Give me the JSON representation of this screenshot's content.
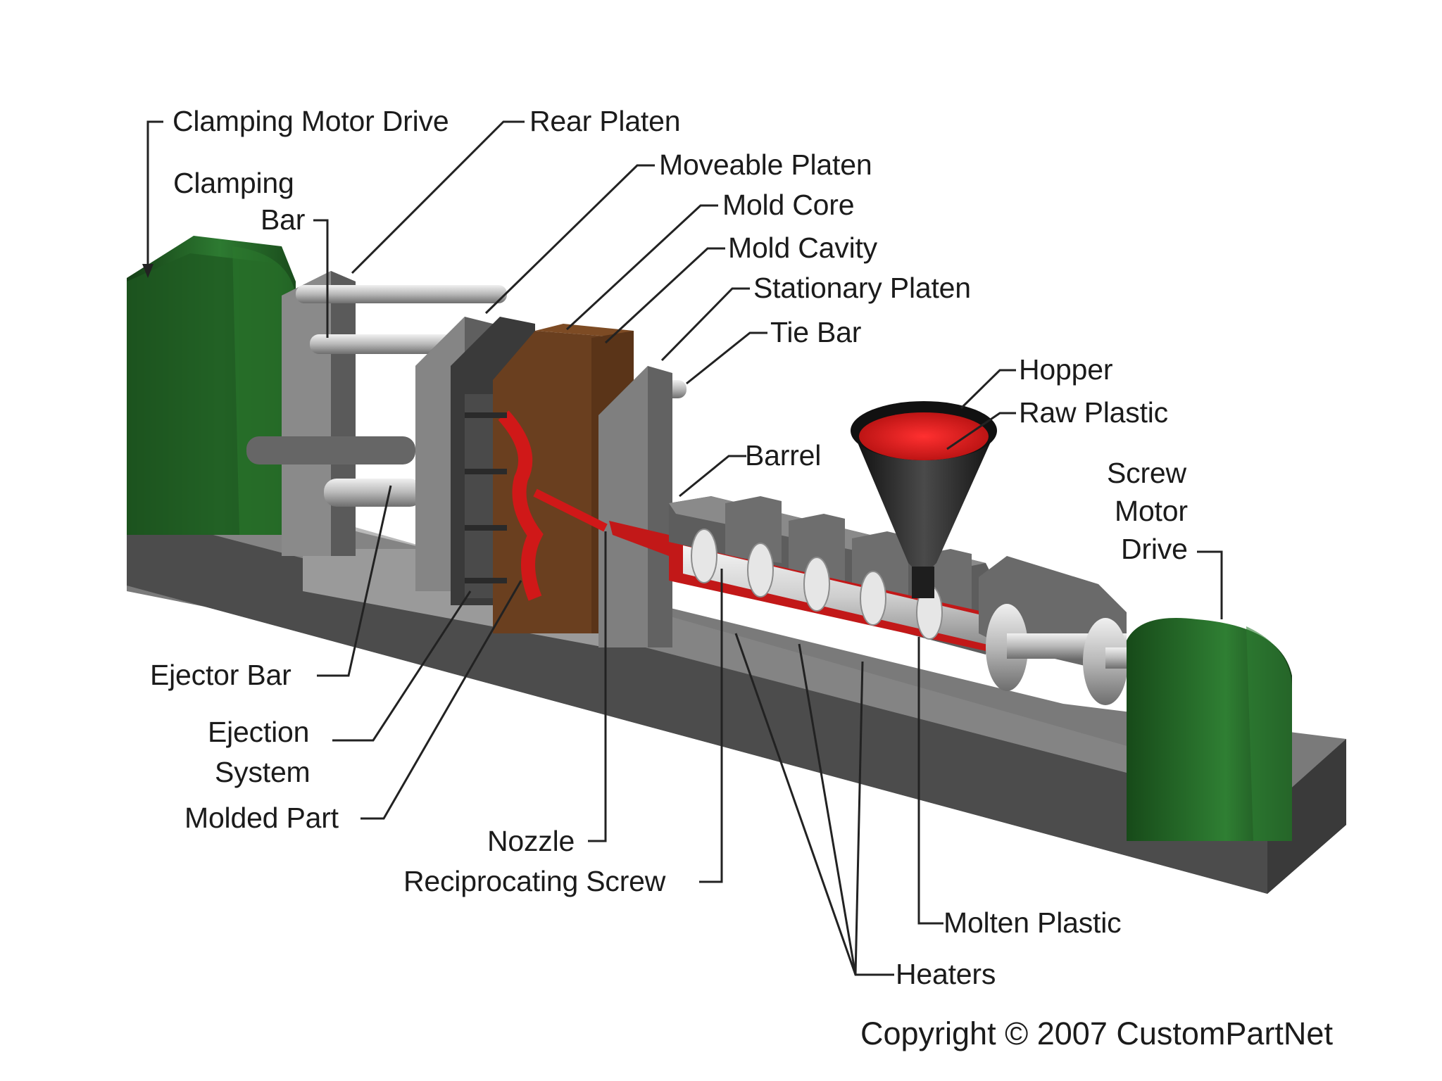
{
  "labels": {
    "clamping_motor_drive": "Clamping Motor Drive",
    "rear_platen": "Rear Platen",
    "clamping_bar_line1": "Clamping",
    "clamping_bar_line2": "Bar",
    "moveable_platen": "Moveable Platen",
    "mold_core": "Mold Core",
    "mold_cavity": "Mold Cavity",
    "stationary_platen": "Stationary Platen",
    "tie_bar": "Tie Bar",
    "hopper": "Hopper",
    "raw_plastic": "Raw Plastic",
    "barrel": "Barrel",
    "screw_motor_drive_line1": "Screw",
    "screw_motor_drive_line2": "Motor",
    "screw_motor_drive_line3": "Drive",
    "ejector_bar": "Ejector Bar",
    "ejection_system_line1": "Ejection",
    "ejection_system_line2": "System",
    "molded_part": "Molded Part",
    "nozzle": "Nozzle",
    "reciprocating_screw": "Reciprocating Screw",
    "molten_plastic": "Molten Plastic",
    "heaters": "Heaters"
  },
  "copyright": "Copyright © 2007 CustomPartNet",
  "colors": {
    "motor_green": "#1f5a22",
    "machine_gray": "#6b6b6b",
    "mold_brown": "#6a3f1f",
    "plastic_red": "#d01818",
    "screw_silver": "#d6d6d6"
  }
}
